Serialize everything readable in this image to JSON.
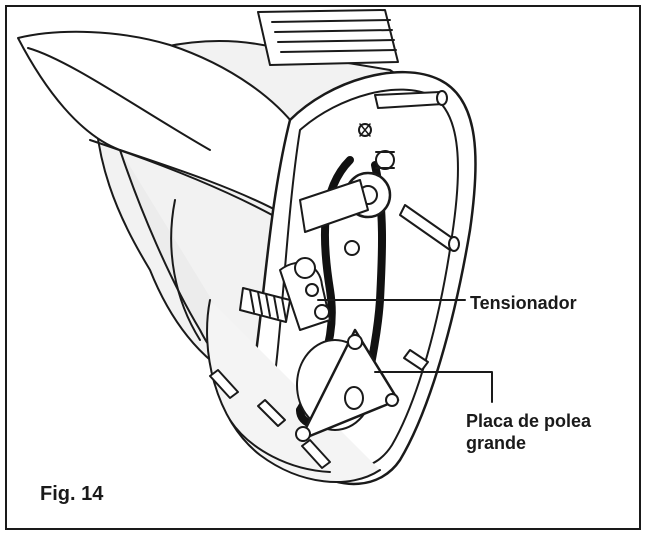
{
  "callouts": {
    "tensioner": "Tensionador",
    "large_pulley_plate_line1": "Placa de polea",
    "large_pulley_plate_line2": "grande"
  },
  "figure": {
    "caption": "Fig. 14"
  },
  "colors": {
    "ink": "#1a1a1a",
    "background": "#ffffff",
    "shade": "#d9d9d9"
  }
}
